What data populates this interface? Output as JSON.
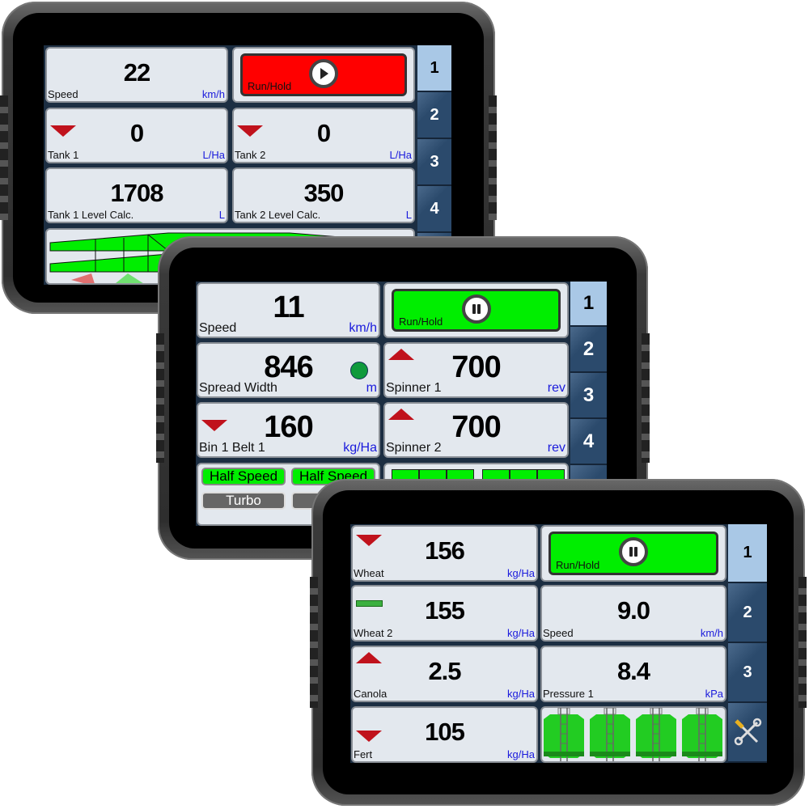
{
  "tablet1": {
    "tiles": [
      {
        "value": "22",
        "label": "Speed",
        "unit": "km/h"
      },
      {
        "label": "Run/Hold",
        "state": "stopped",
        "icon": "play-icon",
        "color": "#ff0000"
      },
      {
        "value": "0",
        "label": "Tank 1",
        "unit": "L/Ha",
        "indicator": "down"
      },
      {
        "value": "0",
        "label": "Tank 2",
        "unit": "L/Ha",
        "indicator": "down"
      },
      {
        "value": "1708",
        "label": "Tank 1 Level Calc.",
        "unit": "L"
      },
      {
        "value": "350",
        "label": "Tank 2 Level Calc.",
        "unit": "L"
      }
    ],
    "tabs": [
      "1",
      "2",
      "3",
      "4"
    ],
    "active_tab": "1"
  },
  "tablet2": {
    "tiles": [
      {
        "value": "11",
        "label": "Speed",
        "unit": "km/h"
      },
      {
        "label": "Run/Hold",
        "state": "running",
        "icon": "pause-icon",
        "color": "#00ee00"
      },
      {
        "value": "846",
        "label": "Spread Width",
        "unit": "m",
        "status": "green-dot"
      },
      {
        "value": "700",
        "label": "Spinner 1",
        "unit": "rev",
        "indicator": "up"
      },
      {
        "value": "160",
        "label": "Bin 1 Belt 1",
        "unit": "kg/Ha",
        "indicator": "down"
      },
      {
        "value": "700",
        "label": "Spinner 2",
        "unit": "rev",
        "indicator": "up"
      }
    ],
    "buttons": {
      "half_speed_1": "Half Speed",
      "half_speed_2": "Half Speed",
      "turbo_1": "Turbo"
    },
    "tabs": [
      "1",
      "2",
      "3",
      "4"
    ],
    "active_tab": "1"
  },
  "tablet3": {
    "tiles": [
      {
        "value": "156",
        "label": "Wheat",
        "unit": "kg/Ha",
        "indicator": "down"
      },
      {
        "label": "Run/Hold",
        "state": "running",
        "icon": "pause-icon",
        "color": "#00ee00"
      },
      {
        "value": "155",
        "label": "Wheat 2",
        "unit": "kg/Ha",
        "indicator": "steady"
      },
      {
        "value": "9.0",
        "label": "Speed",
        "unit": "km/h"
      },
      {
        "value": "2.5",
        "label": "Canola",
        "unit": "kg/Ha",
        "indicator": "up"
      },
      {
        "value": "8.4",
        "label": "Pressure 1",
        "unit": "kPa"
      },
      {
        "value": "105",
        "label": "Fert",
        "unit": "kg/Ha",
        "indicator": "down"
      }
    ],
    "tabs": [
      "1",
      "2",
      "3"
    ],
    "active_tab": "1",
    "settings_icon": "wrench-screwdriver-icon"
  }
}
